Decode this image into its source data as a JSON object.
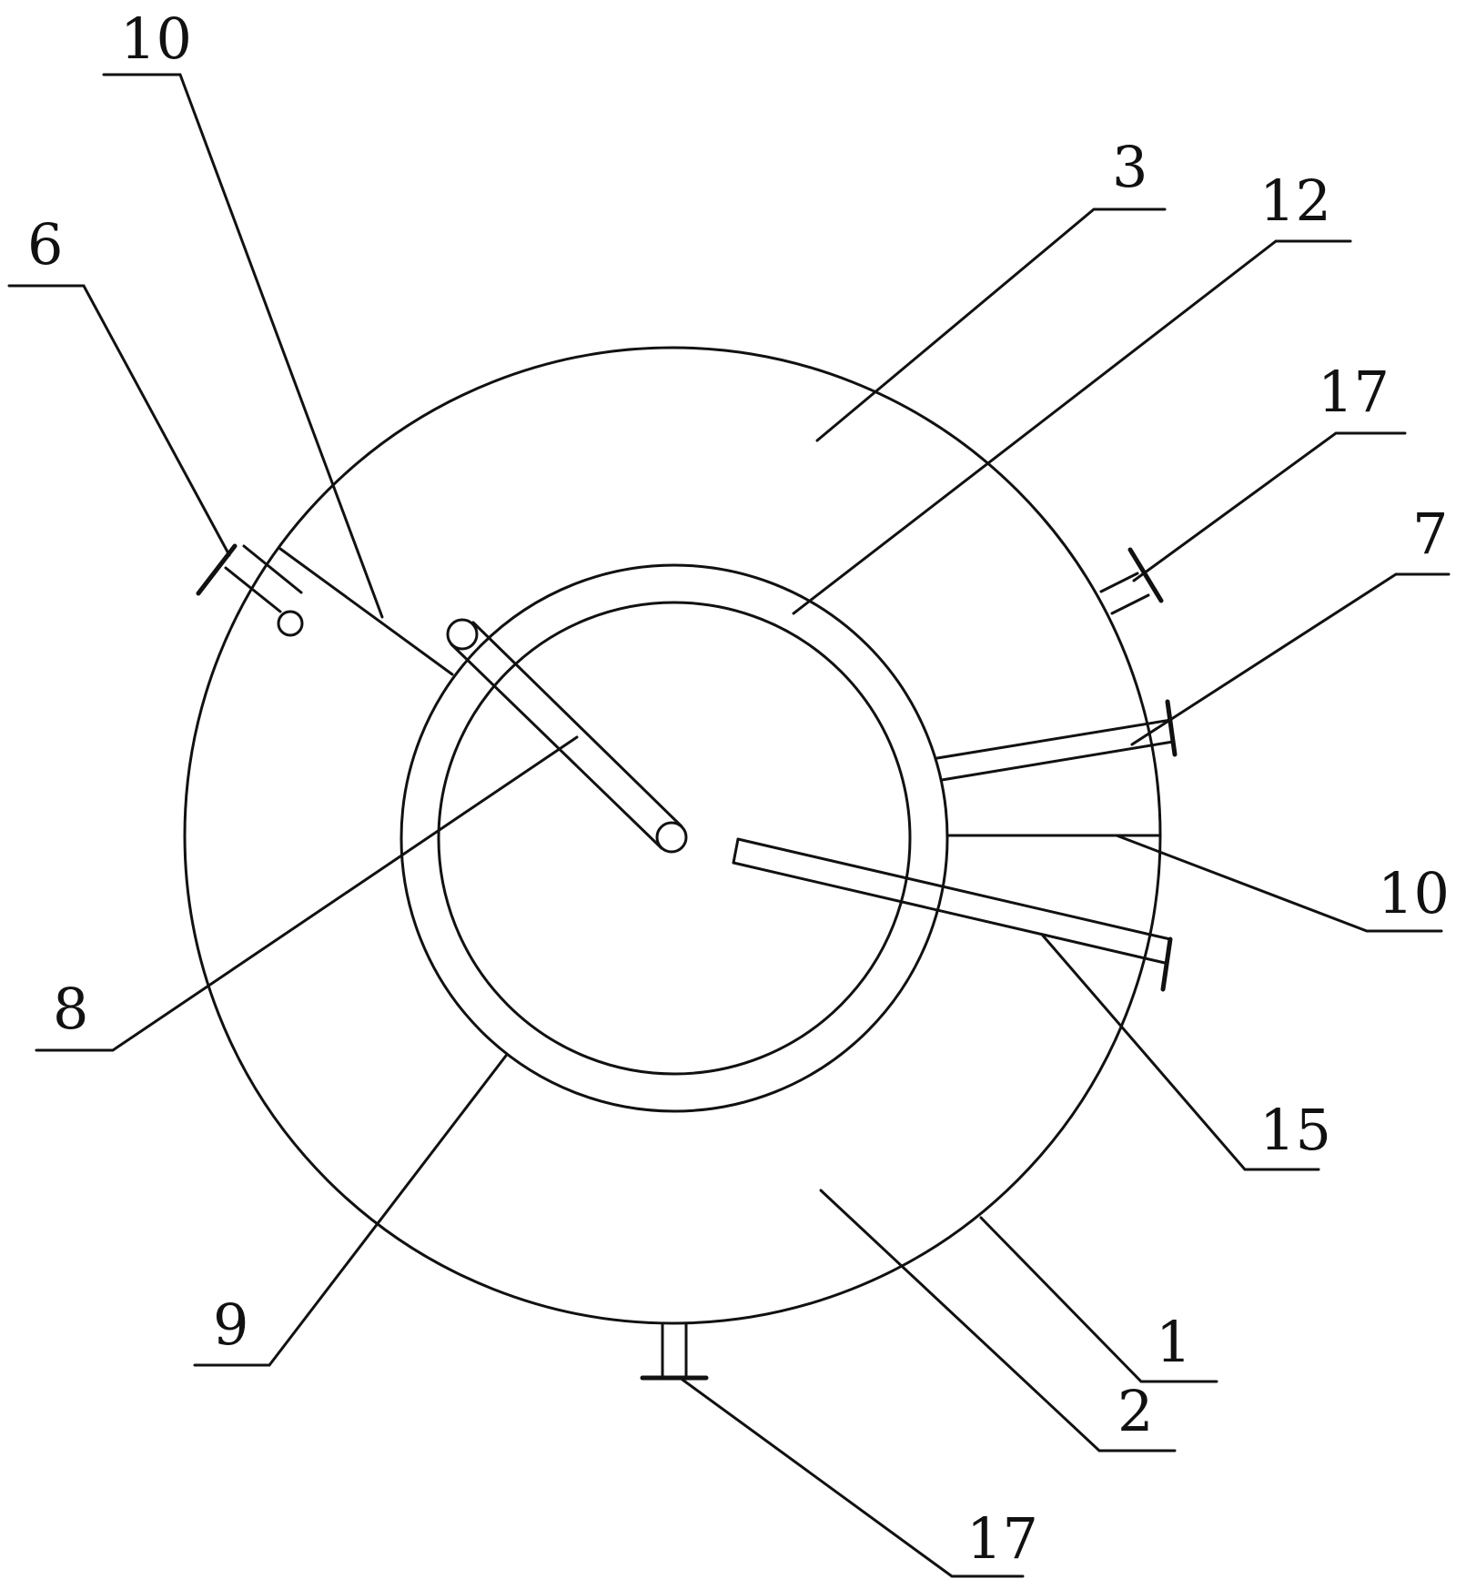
{
  "labels": {
    "l10_top": "10",
    "l6": "6",
    "l3": "3",
    "l12": "12",
    "l17_right": "17",
    "l7": "7",
    "l10_right": "10",
    "l8": "8",
    "l15": "15",
    "l9": "9",
    "l1": "1",
    "l2": "2",
    "l17_bottom": "17"
  }
}
